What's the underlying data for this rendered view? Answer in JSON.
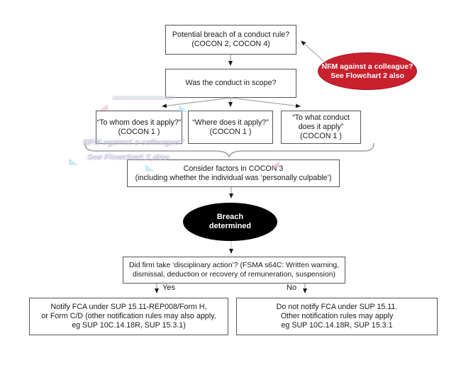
{
  "colors": {
    "box_border": "#555555",
    "connector_line": "#a8a8a8",
    "arrowhead": "#1a1a1a",
    "nfm_ellipse_fill": "#c9202e",
    "breach_ellipse_fill": "#000000",
    "ghost_cyan": "#9fdde8",
    "ghost_pink": "#f3a9cc"
  },
  "nodes": {
    "potential_breach": {
      "line1": "Potential breach of a conduct rule?",
      "line2": "(COCON 2, COCON 4)"
    },
    "nfm": {
      "line1": "NFM against a colleague?",
      "line2": "See Flowchart 2 also"
    },
    "scope": {
      "line1": "Was the conduct in scope?"
    },
    "to_whom": {
      "line1": "“To whom does it apply?”",
      "line2": "(COCON 1 )"
    },
    "where": {
      "line1": "“Where does it apply?”",
      "line2": "(COCON 1 )"
    },
    "what_conduct": {
      "line1": "“To what conduct",
      "line2": "does it apply”",
      "line3": "(COCON 1 )"
    },
    "consider": {
      "line1": "Consider factors in COCON 3",
      "line2": "(including whether the individual was ‘personally culpable’)"
    },
    "breach": {
      "line1": "Breach",
      "line2": "determined"
    },
    "disciplinary": {
      "line1": "Did firm take ‘disciplinary action’? (FSMA s64C: Written warning,",
      "line2": "dismissal, deduction or recovery of remuneration, suspension)"
    },
    "notify": {
      "line1": "Notify FCA under SUP 15.11-REP008/Form H,",
      "line2": "or Form C/D (other notification rules may also apply,",
      "line3": "eg SUP 10C.14.18R, SUP 15.3.1)"
    },
    "no_notify": {
      "line1": "Do not notify FCA under SUP 15.11.",
      "line2": "Other notification rules may apply",
      "line3": "eg SUP 10C.14.18R, SUP 15.3.1"
    }
  },
  "labels": {
    "yes": "Yes",
    "no": "No"
  },
  "ghost": {
    "line1": "NFM against a colleague?",
    "line2": "See Flowchart 2 also"
  }
}
